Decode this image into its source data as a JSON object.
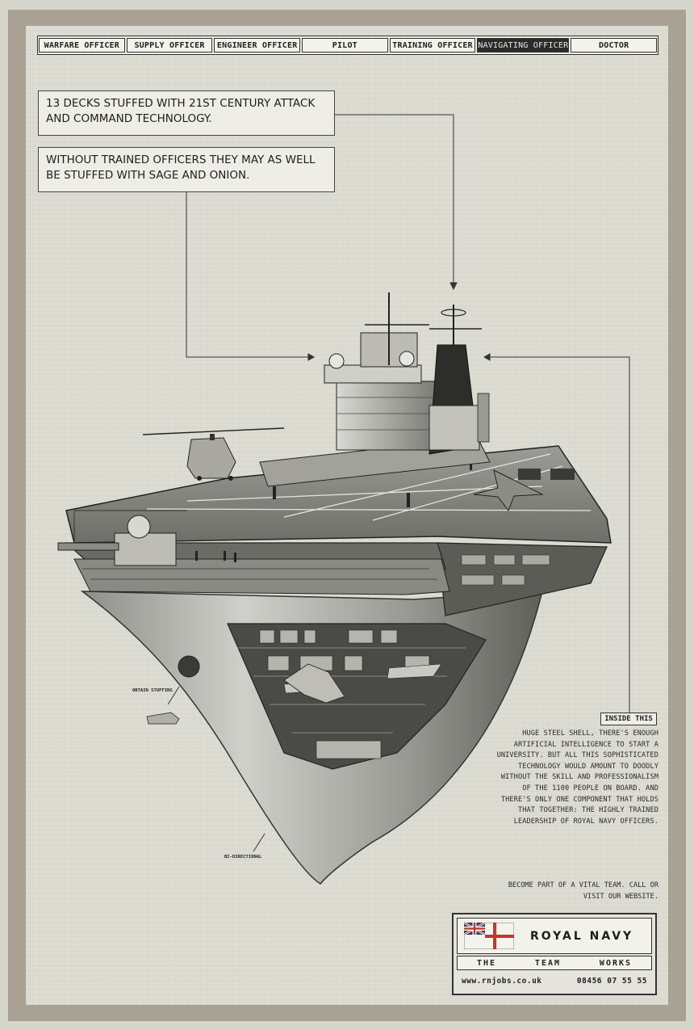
{
  "nav": {
    "tabs": [
      {
        "label": "WARFARE OFFICER"
      },
      {
        "label": "SUPPLY OFFICER"
      },
      {
        "label": "ENGINEER OFFICER"
      },
      {
        "label": "PILOT"
      },
      {
        "label": "TRAINING OFFICER"
      },
      {
        "label": "NAVIGATING OFFICER"
      },
      {
        "label": "DOCTOR"
      }
    ],
    "active_index": 5
  },
  "headline": {
    "line1": "13 DECKS STUFFED WITH 21ST CENTURY ATTACK AND COMMAND TECHNOLOGY.",
    "line2": "WITHOUT TRAINED OFFICERS THEY MAY AS WELL BE STUFFED WITH SAGE AND ONION."
  },
  "callouts": {
    "left": "OBTAIN STUFFING",
    "bottom": "BI-DIRECTIONAL"
  },
  "inside_label": "INSIDE THIS",
  "body_copy": "HUGE STEEL SHELL, THERE'S ENOUGH ARTIFICIAL INTELLIGENCE TO START A UNIVERSITY. BUT ALL THIS SOPHISTICATED TECHNOLOGY WOULD AMOUNT TO DOODLY WITHOUT THE SKILL AND PROFESSIONALISM OF THE 1100 PEOPLE ON BOARD. AND THERE'S ONLY ONE COMPONENT THAT HOLDS THAT TOGETHER: THE HIGHLY TRAINED LEADERSHIP OF ROYAL NAVY OFFICERS.",
  "cta": "BECOME PART OF A VITAL TEAM. CALL OR VISIT OUR WEBSITE.",
  "logo": {
    "brand": "ROYAL NAVY",
    "tagline": [
      "THE",
      "TEAM",
      "WORKS"
    ],
    "website": "www.rnjobs.co.uk",
    "phone": "08456 07 55 55"
  },
  "colors": {
    "paper": "#dcdcd2",
    "frame": "#a8a194",
    "ink": "#222222",
    "flag_red": "#c0392b"
  },
  "icons": [
    "aircraft-carrier-cutaway-illustration",
    "helicopter-icon",
    "jet-icon",
    "white-ensign-flag-icon"
  ]
}
